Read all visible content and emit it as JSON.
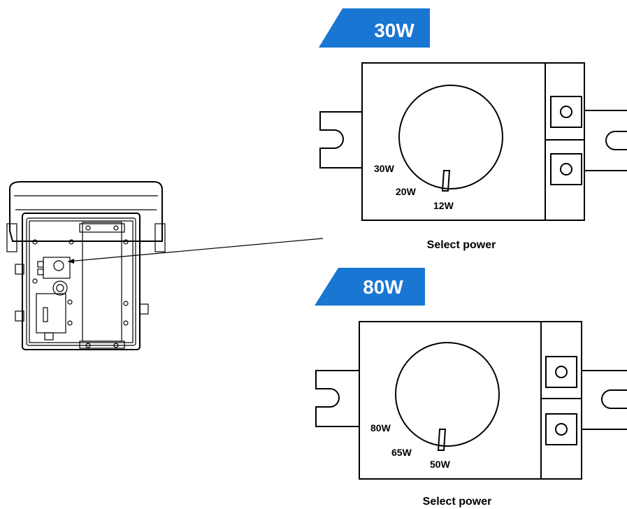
{
  "accent_color": "#1976d2",
  "panels": [
    {
      "banner": "30W",
      "labels": [
        "30W",
        "20W",
        "12W"
      ],
      "caption": "Select power"
    },
    {
      "banner": "80W",
      "labels": [
        "80W",
        "65W",
        "50W"
      ],
      "caption": "Select power"
    }
  ]
}
